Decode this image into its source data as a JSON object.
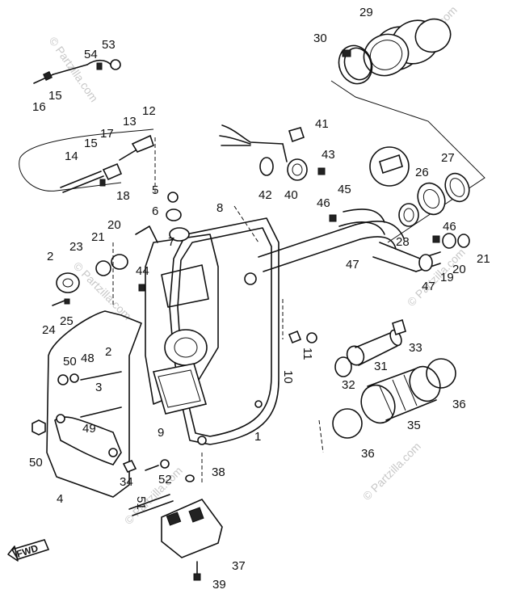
{
  "watermark": "© Partzilla.com",
  "fwd_label": "FWD",
  "labels": [
    "1",
    "2",
    "2",
    "3",
    "4",
    "5",
    "6",
    "7",
    "8",
    "9",
    "10",
    "11",
    "12",
    "13",
    "14",
    "15",
    "15",
    "16",
    "17",
    "18",
    "19",
    "20",
    "20",
    "21",
    "21",
    "23",
    "24",
    "25",
    "26",
    "27",
    "28",
    "29",
    "30",
    "31",
    "32",
    "33",
    "34",
    "35",
    "36",
    "36",
    "37",
    "38",
    "39",
    "40",
    "41",
    "42",
    "43",
    "44",
    "45",
    "46",
    "46",
    "47",
    "47",
    "48",
    "49",
    "50",
    "50",
    "51",
    "52",
    "53",
    "54"
  ]
}
